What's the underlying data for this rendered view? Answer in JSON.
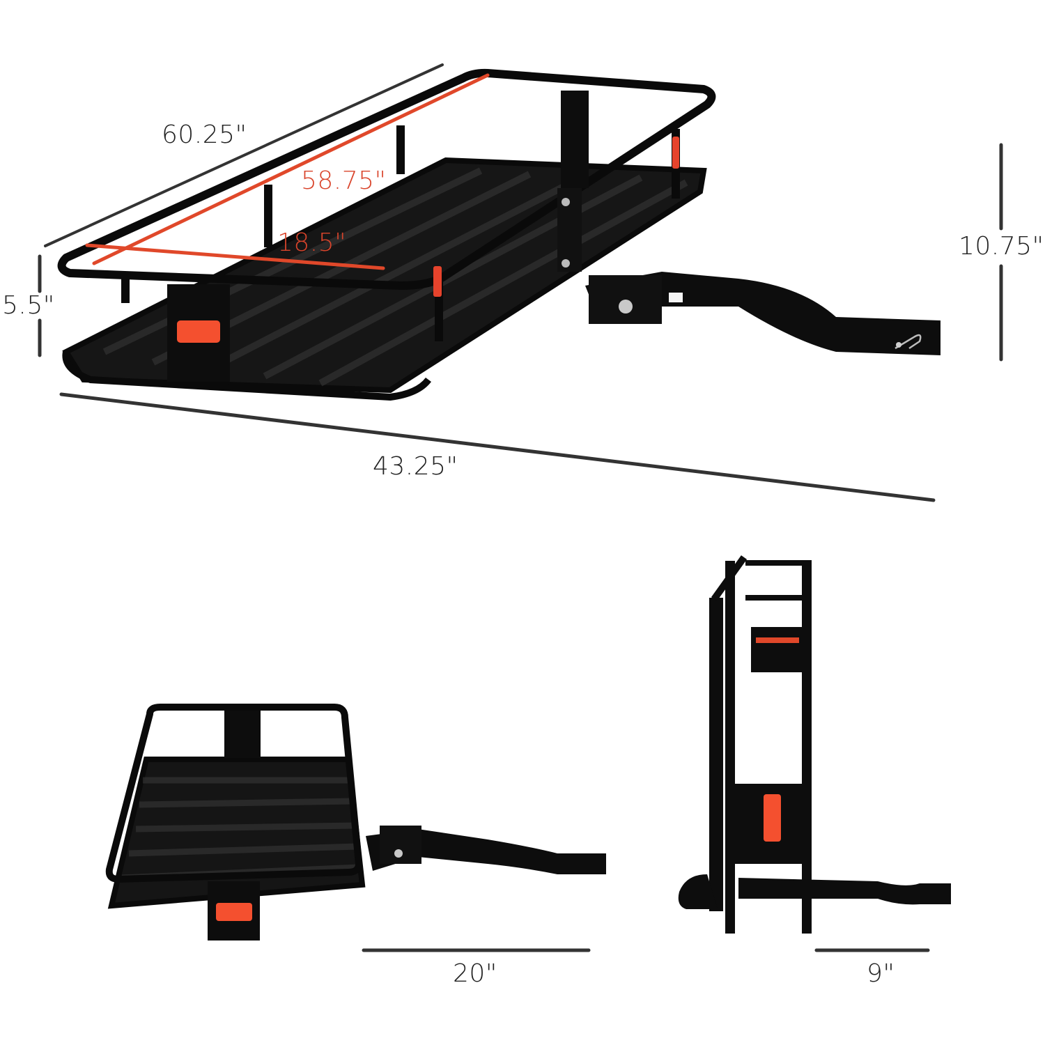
{
  "diagram": {
    "subject": "Folding hitch cargo carrier basket",
    "colors": {
      "frame": "#0d0d0d",
      "dimension_line": "#333333",
      "inner_dimension": "#e0482a",
      "reflector": "#f4502f",
      "background": "#ffffff"
    },
    "views": {
      "main": {
        "name": "Perspective view (unfolded)",
        "dimensions": {
          "overall_length": "60.25\"",
          "inner_length": "58.75\"",
          "inner_width": "18.5\"",
          "side_height": "5.5\"",
          "total_height": "10.75\"",
          "total_depth": "43.25\""
        }
      },
      "bottom_left": {
        "name": "Perspective view (low angle)",
        "dimensions": {
          "clearance_offset": "20\""
        }
      },
      "bottom_right": {
        "name": "Folded side view",
        "dimensions": {
          "folded_depth": "9\""
        }
      }
    }
  }
}
